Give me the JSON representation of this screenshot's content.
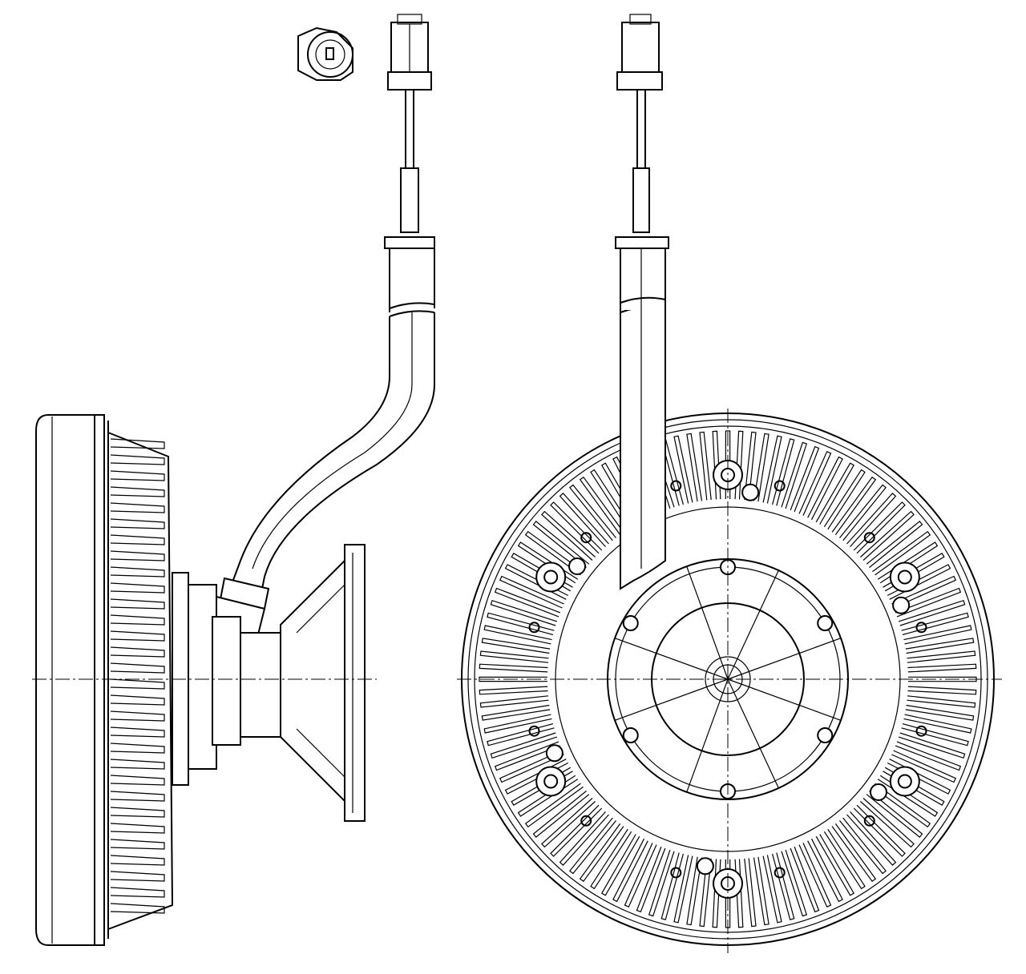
{
  "colors": {
    "line": "#000000",
    "background": "#ffffff"
  },
  "views": {
    "side_view": {
      "fin_count": 30
    },
    "front_view": {
      "fin_count": 120,
      "mounting_lugs": 6,
      "holes": 12
    }
  }
}
